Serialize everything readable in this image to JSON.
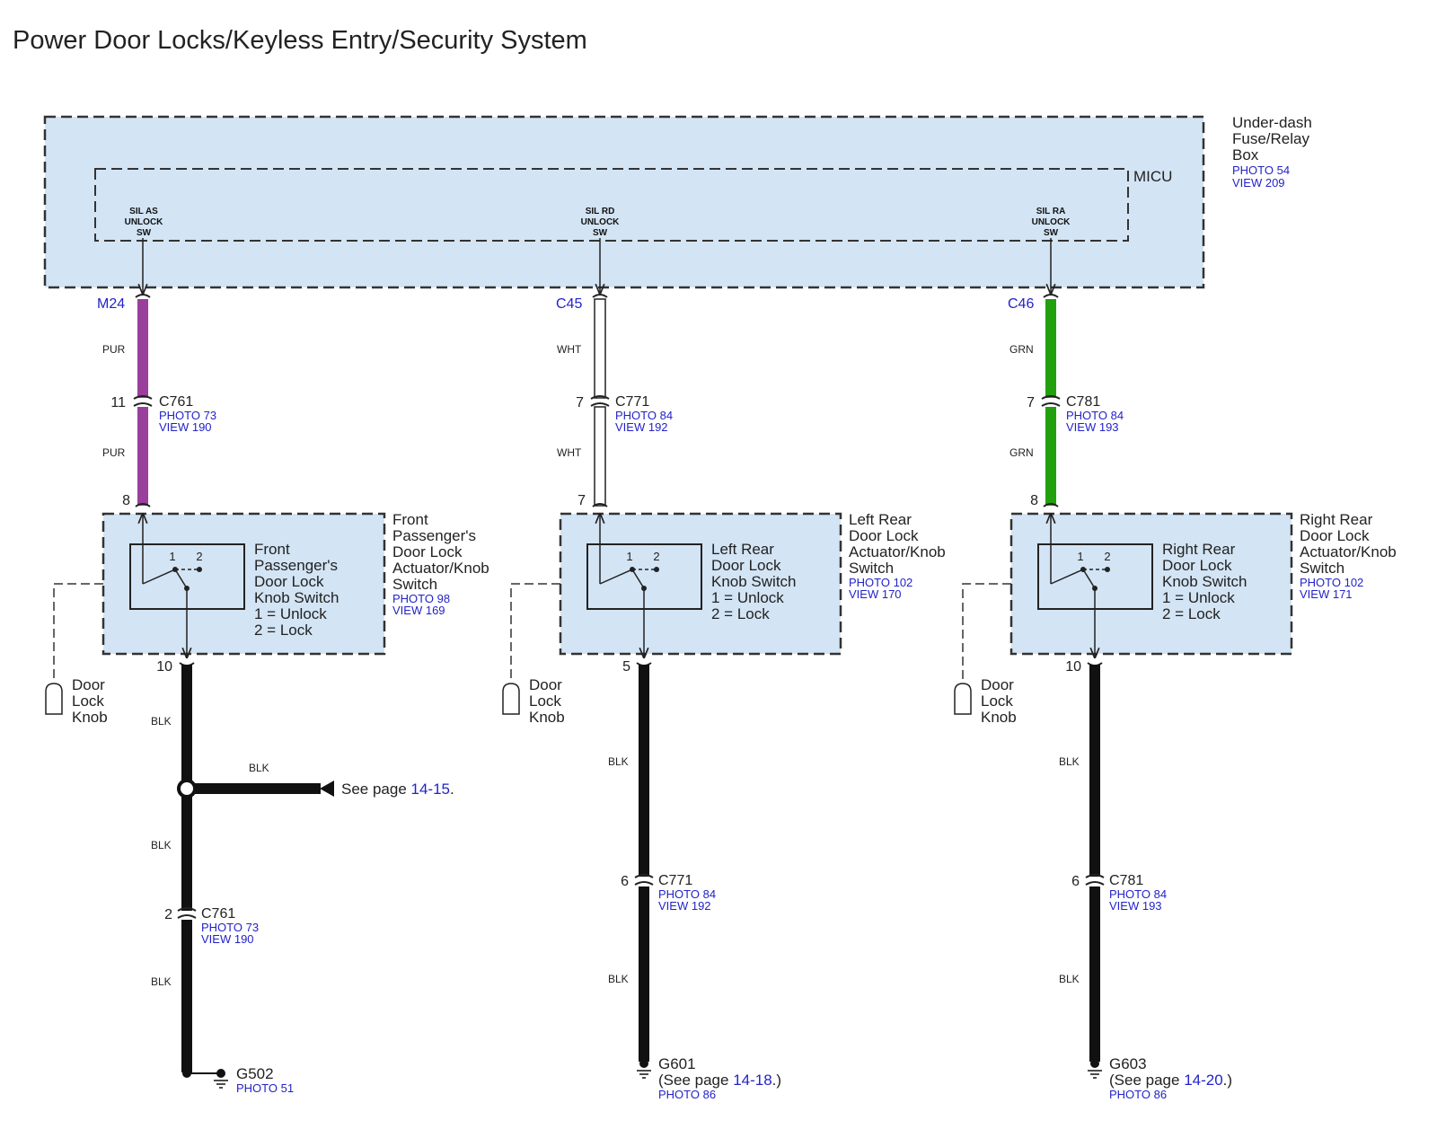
{
  "title": "Power Door Locks/Keyless Entry/Security System",
  "colors": {
    "box_fill": "#d3e4f4",
    "link": "#2323c8",
    "wire_pur": "#9a3f9c",
    "wire_grn": "#22a00e",
    "wire_blk": "#111111"
  },
  "fuse_box": {
    "name_l1": "Under-dash",
    "name_l2": "Fuse/Relay",
    "name_l3": "Box",
    "photo": "PHOTO 54",
    "view": "VIEW 209",
    "micu": "MICU",
    "pins": [
      {
        "l1": "SIL AS",
        "l2": "UNLOCK",
        "l3": "SW"
      },
      {
        "l1": "SIL RD",
        "l2": "UNLOCK",
        "l3": "SW"
      },
      {
        "l1": "SIL RA",
        "l2": "UNLOCK",
        "l3": "SW"
      }
    ]
  },
  "columns": [
    {
      "connector": "M24",
      "color_top": "PUR",
      "color_mid": "PUR",
      "inline": {
        "pin_in": "11",
        "name": "C761",
        "photo": "PHOTO 73",
        "view": "VIEW 190"
      },
      "pin_top": "8",
      "switch": {
        "inner_l1": "Front",
        "inner_l2": "Passenger's",
        "inner_l3": "Door Lock",
        "inner_l4": "Knob Switch",
        "pos1": "1 = Unlock",
        "pos2": "2 = Lock",
        "c1": "1",
        "c2": "2",
        "name_l1": "Front",
        "name_l2": "Passenger's",
        "name_l3": "Door Lock",
        "name_l4": "Actuator/Knob",
        "name_l5": "Switch",
        "photo": "PHOTO 98",
        "view": "VIEW 169"
      },
      "knob_l1": "Door",
      "knob_l2": "Lock",
      "knob_l3": "Knob",
      "pin_bottom": "10",
      "blk1": "BLK",
      "branch_blk": "BLK",
      "branch_text": "See page ",
      "branch_link": "14-15",
      "branch_end": ".",
      "blk2": "BLK",
      "lower": {
        "pin": "2",
        "name": "C761",
        "photo": "PHOTO 73",
        "view": "VIEW 190"
      },
      "blk3": "BLK",
      "ground": {
        "name": "G502",
        "photo": "PHOTO 51"
      }
    },
    {
      "connector": "C45",
      "color_top": "WHT",
      "color_mid": "WHT",
      "inline": {
        "pin_in": "7",
        "name": "C771",
        "photo": "PHOTO 84",
        "view": "VIEW 192"
      },
      "pin_top": "7",
      "switch": {
        "inner_l1": "Left Rear",
        "inner_l2": "Door Lock",
        "inner_l3": "Knob Switch",
        "pos1": "1 = Unlock",
        "pos2": "2 = Lock",
        "c1": "1",
        "c2": "2",
        "name_l1": "Left Rear",
        "name_l2": "Door Lock",
        "name_l3": "Actuator/Knob",
        "name_l4": "Switch",
        "photo": "PHOTO 102",
        "view": "VIEW 170"
      },
      "knob_l1": "Door",
      "knob_l2": "Lock",
      "knob_l3": "Knob",
      "pin_bottom": "5",
      "blk1": "BLK",
      "lower": {
        "pin": "6",
        "name": "C771",
        "photo": "PHOTO 84",
        "view": "VIEW 192"
      },
      "blk2": "BLK",
      "ground": {
        "name": "G601",
        "see_pre": "(See page ",
        "see_link": "14-18",
        "see_post": ".)",
        "photo": "PHOTO 86"
      }
    },
    {
      "connector": "C46",
      "color_top": "GRN",
      "color_mid": "GRN",
      "inline": {
        "pin_in": "7",
        "name": "C781",
        "photo": "PHOTO 84",
        "view": "VIEW 193"
      },
      "pin_top": "8",
      "switch": {
        "inner_l1": "Right Rear",
        "inner_l2": "Door Lock",
        "inner_l3": "Knob Switch",
        "pos1": "1 = Unlock",
        "pos2": "2 = Lock",
        "c1": "1",
        "c2": "2",
        "name_l1": "Right Rear",
        "name_l2": "Door Lock",
        "name_l3": "Actuator/Knob",
        "name_l4": "Switch",
        "photo": "PHOTO 102",
        "view": "VIEW 171"
      },
      "knob_l1": "Door",
      "knob_l2": "Lock",
      "knob_l3": "Knob",
      "pin_bottom": "10",
      "blk1": "BLK",
      "lower": {
        "pin": "6",
        "name": "C781",
        "photo": "PHOTO 84",
        "view": "VIEW 193"
      },
      "blk2": "BLK",
      "ground": {
        "name": "G603",
        "see_pre": "(See page ",
        "see_link": "14-20",
        "see_post": ".)",
        "photo": "PHOTO 86"
      }
    }
  ]
}
